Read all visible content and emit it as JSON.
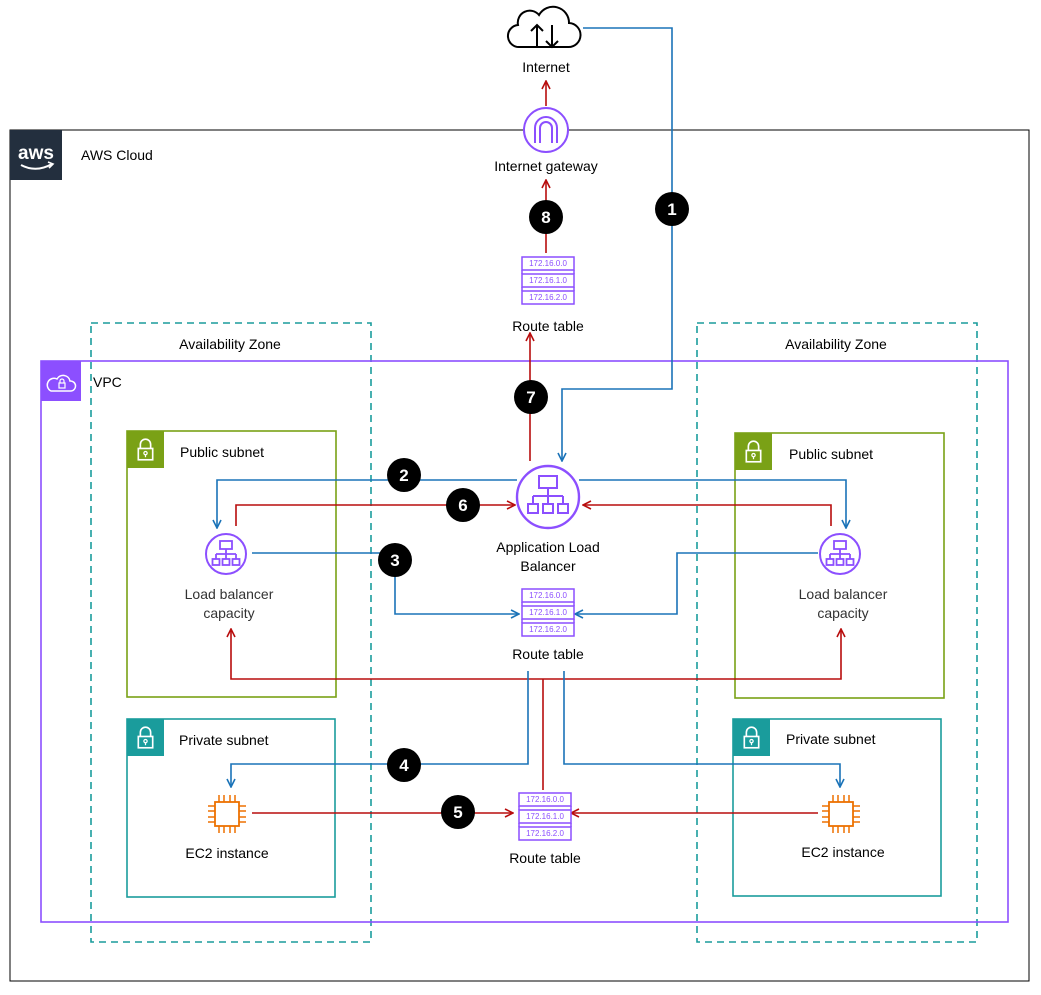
{
  "colors": {
    "vpc_purple": "#8C4FFF",
    "public_subnet_green": "#7AA116",
    "private_subnet_teal": "#1A9C9C",
    "az_dashed": "#1A9C9C",
    "ec2_orange": "#ED7100",
    "arrow_blue": "#1A73B8",
    "arrow_red": "#B80D0D",
    "aws_dark": "#232F3E"
  },
  "internet": {
    "label": "Internet",
    "icon": "cloud-upload-download-icon"
  },
  "aws_cloud": {
    "label": "AWS Cloud",
    "logo_text": "aws"
  },
  "internet_gateway": {
    "label": "Internet  gateway",
    "icon": "internet-gateway-icon"
  },
  "vpc": {
    "label": "VPC",
    "icon": "vpc-cloud-lock-icon"
  },
  "availability_zones": [
    {
      "label": "Availability Zone"
    },
    {
      "label": "Availability Zone"
    }
  ],
  "public_subnets": [
    {
      "label": "Public subnet",
      "icon": "lock-icon"
    },
    {
      "label": "Public subnet",
      "icon": "lock-icon"
    }
  ],
  "private_subnets": [
    {
      "label": "Private subnet",
      "icon": "lock-icon"
    },
    {
      "label": "Private subnet",
      "icon": "lock-icon"
    }
  ],
  "alb": {
    "label_line1": "Application Load",
    "label_line2": "Balancer",
    "icon": "application-load-balancer-icon"
  },
  "lb_capacity": [
    {
      "label_line1": "Load balancer",
      "label_line2": "capacity"
    },
    {
      "label_line1": "Load balancer",
      "label_line2": "capacity"
    }
  ],
  "ec2_instances": [
    {
      "label": "EC2 instance",
      "icon": "ec2-chip-icon"
    },
    {
      "label": "EC2 instance",
      "icon": "ec2-chip-icon"
    }
  ],
  "route_tables": [
    {
      "label": "Route table",
      "entries": [
        "172.16.0.0",
        "172.16.1.0",
        "172.16.2.0"
      ]
    },
    {
      "label": "Route table",
      "entries": [
        "172.16.0.0",
        "172.16.1.0",
        "172.16.2.0"
      ]
    },
    {
      "label": "Route table",
      "entries": [
        "172.16.0.0",
        "172.16.1.0",
        "172.16.2.0"
      ]
    }
  ],
  "steps": [
    "1",
    "2",
    "3",
    "4",
    "5",
    "6",
    "7",
    "8"
  ]
}
